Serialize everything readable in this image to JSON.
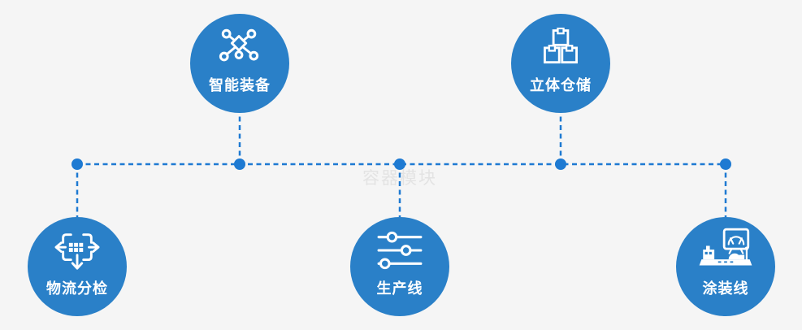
{
  "diagram": {
    "watermark": "容器模块",
    "nodes": [
      {
        "id": "smart-equipment",
        "label": "智能装备",
        "icon": "network-nodes-icon",
        "position": "top-left"
      },
      {
        "id": "stereoscopic-warehouse",
        "label": "立体仓储",
        "icon": "stacked-boxes-icon",
        "position": "top-right"
      },
      {
        "id": "logistics-sorting",
        "label": "物流分检",
        "icon": "sorting-arrows-icon",
        "position": "bottom-left"
      },
      {
        "id": "production-line",
        "label": "生产线",
        "icon": "sliders-icon",
        "position": "bottom-center"
      },
      {
        "id": "coating-line",
        "label": "涂装线",
        "icon": "coating-machine-icon",
        "position": "bottom-right"
      }
    ],
    "colors": {
      "node_fill": "#2a80c8",
      "connector": "#1e7ad2",
      "background": "#f5f5f5",
      "label": "#ffffff",
      "watermark": "#e3e3e3"
    }
  }
}
